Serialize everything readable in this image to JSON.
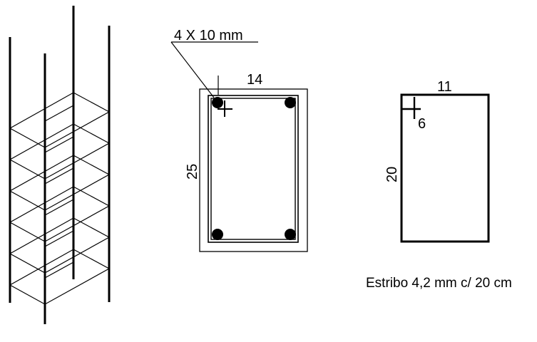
{
  "colors": {
    "line": "#000000",
    "background": "#ffffff"
  },
  "cage_stirrup_count": 6,
  "section": {
    "bar_label": "4 X 10 mm",
    "width_label": "14",
    "height_label": "25"
  },
  "stirrup": {
    "width_label": "11",
    "height_label": "20",
    "hook_label": "6"
  },
  "caption": "Estribo 4,2 mm c/ 20 cm"
}
